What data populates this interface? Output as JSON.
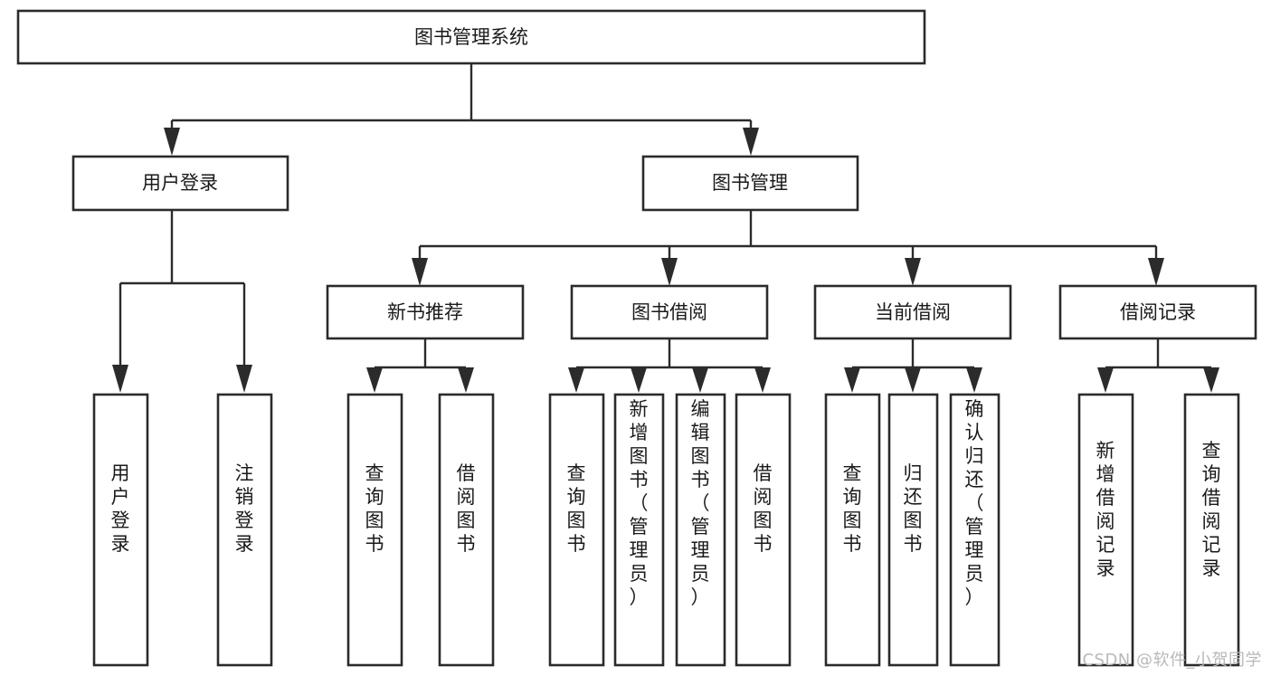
{
  "diagram": {
    "type": "tree-hierarchy-flowchart",
    "orientation": "top-down",
    "root": {
      "id": "root",
      "label": "图书管理系统"
    },
    "level1": [
      {
        "id": "user-login",
        "label": "用户登录"
      },
      {
        "id": "book-manage",
        "label": "图书管理"
      }
    ],
    "level2": [
      {
        "id": "new-book-recommend",
        "label": "新书推荐",
        "parent": "book-manage"
      },
      {
        "id": "book-borrow",
        "label": "图书借阅",
        "parent": "book-manage"
      },
      {
        "id": "current-borrow",
        "label": "当前借阅",
        "parent": "book-manage"
      },
      {
        "id": "borrow-record",
        "label": "借阅记录",
        "parent": "book-manage"
      }
    ],
    "leaves": [
      {
        "id": "leaf-user-login",
        "label": "用户登录",
        "parent": "user-login"
      },
      {
        "id": "leaf-logout",
        "label": "注销登录",
        "parent": "user-login"
      },
      {
        "id": "leaf-query-book-rec",
        "label": "查询图书",
        "parent": "new-book-recommend"
      },
      {
        "id": "leaf-borrow-book-rec",
        "label": "借阅图书",
        "parent": "new-book-recommend"
      },
      {
        "id": "leaf-query-book-borrow",
        "label": "查询图书",
        "parent": "book-borrow"
      },
      {
        "id": "leaf-add-book",
        "label": "新增图书（管理员）",
        "parent": "book-borrow"
      },
      {
        "id": "leaf-edit-book",
        "label": "编辑图书（管理员）",
        "parent": "book-borrow"
      },
      {
        "id": "leaf-borrow-book",
        "label": "借阅图书",
        "parent": "book-borrow"
      },
      {
        "id": "leaf-query-book-cur",
        "label": "查询图书",
        "parent": "current-borrow"
      },
      {
        "id": "leaf-return-book",
        "label": "归还图书",
        "parent": "current-borrow"
      },
      {
        "id": "leaf-confirm-return",
        "label": "确认归还（管理员）",
        "parent": "current-borrow"
      },
      {
        "id": "leaf-add-record",
        "label": "新增借阅记录",
        "parent": "borrow-record"
      },
      {
        "id": "leaf-query-record",
        "label": "查询借阅记录",
        "parent": "borrow-record"
      }
    ],
    "colors": {
      "stroke": "#2b2b2b",
      "fill": "#ffffff",
      "text": "#1a1a1a",
      "watermark": "#b9b9b9"
    }
  },
  "watermark": {
    "text": "CSDN @软件_小贺同学"
  }
}
